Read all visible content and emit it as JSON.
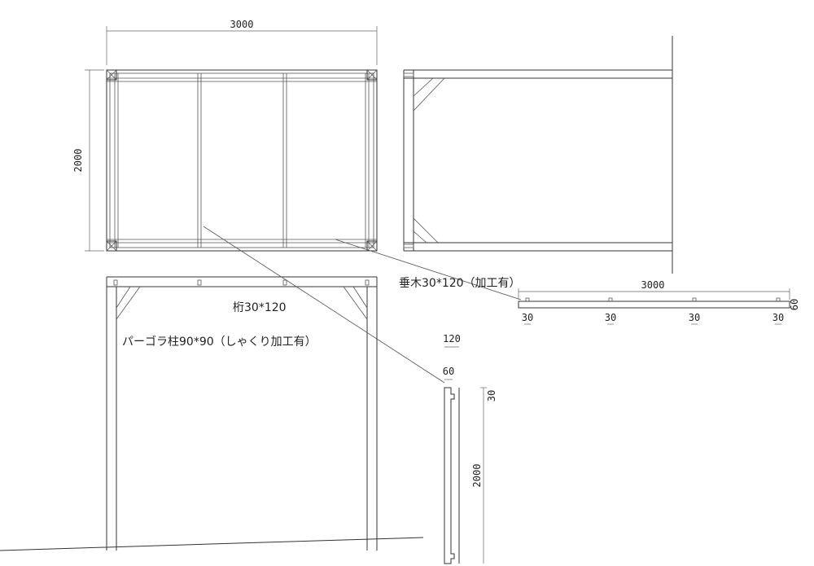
{
  "dimensions": {
    "plan_width": "3000",
    "plan_depth": "2000",
    "rafter_length": "3000",
    "rafter_height": "60",
    "notch_1": "30",
    "notch_2": "30",
    "notch_3": "30",
    "notch_4": "30",
    "post_width": "120",
    "post_notch_width": "60",
    "post_notch_depth": "30",
    "post_height": "2000"
  },
  "labels": {
    "rafter": "垂木30*120（加工有）",
    "beam": "桁30*120",
    "post": "パーゴラ柱90*90（しゃくり加工有）"
  }
}
